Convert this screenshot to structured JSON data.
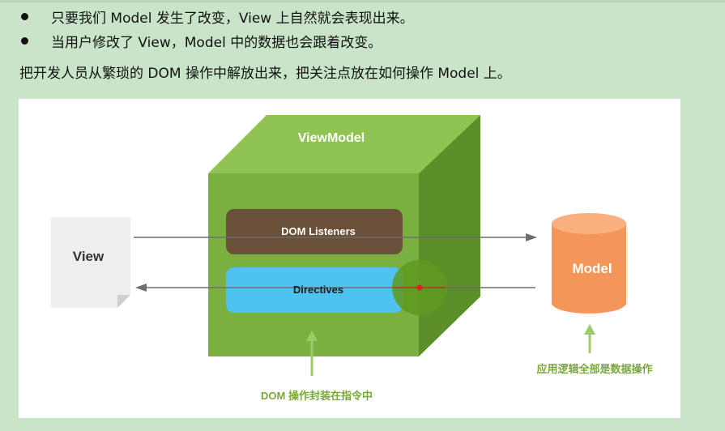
{
  "bullets": [
    "只要我们 Model 发生了改变，View 上自然就会表现出来。",
    "当用户修改了 View，Model 中的数据也会跟着改变。"
  ],
  "paragraph": "把开发人员从繁琐的 DOM 操作中解放出来，把关注点放在如何操作 Model 上。",
  "diagram": {
    "viewmodel_title": "ViewModel",
    "dom_listeners": "DOM Listeners",
    "directives": "Directives",
    "view": "View",
    "model": "Model",
    "caption_dom": "DOM 操作封装在指令中",
    "caption_model": "应用逻辑全部是数据操作"
  },
  "colors": {
    "cube_front": "#7ab03f",
    "cube_top": "#8fc452",
    "cube_side": "#5c8f2a",
    "listeners_bar": "#6a5038",
    "directives_bar": "#4ec2f0",
    "model_cylinder": "#f4965a",
    "view_page": "#eeeeee",
    "caption_green": "#7aa83a",
    "marker_red": "#e02020"
  }
}
